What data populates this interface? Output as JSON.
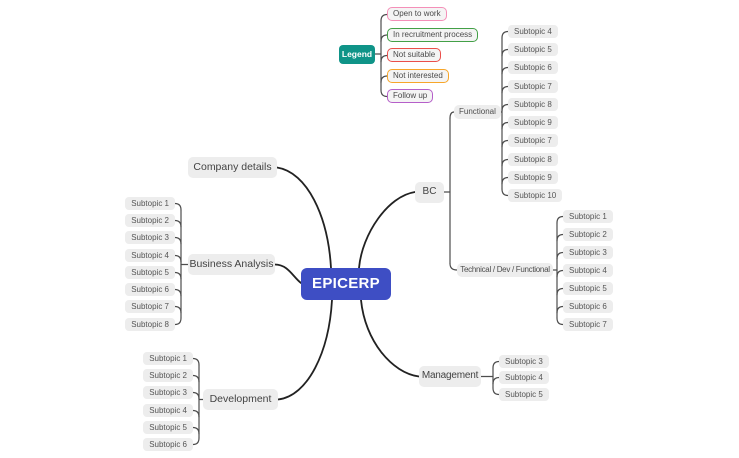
{
  "root": {
    "label": "EPICERP",
    "color": "#3e4ec4"
  },
  "legend": {
    "label": "Legend",
    "color": "#0f9488",
    "items": [
      {
        "label": "Open to work",
        "color": "#f48fb8"
      },
      {
        "label": "In recruitment process",
        "color": "#43a047"
      },
      {
        "label": "Not suitable",
        "color": "#ea4f4b"
      },
      {
        "label": "Not interested",
        "color": "#f7a62a"
      },
      {
        "label": "Follow up",
        "color": "#b55fc9"
      }
    ]
  },
  "branches": {
    "company_details": {
      "label": "Company details"
    },
    "business_analysis": {
      "label": "Business Analysis",
      "subtopics": [
        "Subtopic 1",
        "Subtopic 2",
        "Subtopic 3",
        "Subtopic 4",
        "Subtopic 5",
        "Subtopic 6",
        "Subtopic 7",
        "Subtopic 8"
      ]
    },
    "development": {
      "label": "Development",
      "subtopics": [
        "Subtopic 1",
        "Subtopic 2",
        "Subtopic 3",
        "Subtopic 4",
        "Subtopic 5",
        "Subtopic 6"
      ]
    },
    "bc": {
      "label": "BC",
      "children": {
        "functional": {
          "label": "Functional",
          "subtopics": [
            "Subtopic 4",
            "Subtopic 5",
            "Subtopic 6",
            "Subtopic 7",
            "Subtopic 8",
            "Subtopic 9",
            "Subtopic 7",
            "Subtopic 8",
            "Subtopic 9",
            "Subtopic 10"
          ]
        },
        "technical": {
          "label": "Technical / Dev / Functional",
          "subtopics": [
            "Subtopic 1",
            "Subtopic 2",
            "Subtopic 3",
            "Subtopic 4",
            "Subtopic 5",
            "Subtopic 6",
            "Subtopic 7"
          ]
        }
      }
    },
    "management": {
      "label": "Management",
      "subtopics": [
        "Subtopic 3",
        "Subtopic 4",
        "Subtopic 5"
      ]
    }
  },
  "node_bg_color": "#ededed"
}
